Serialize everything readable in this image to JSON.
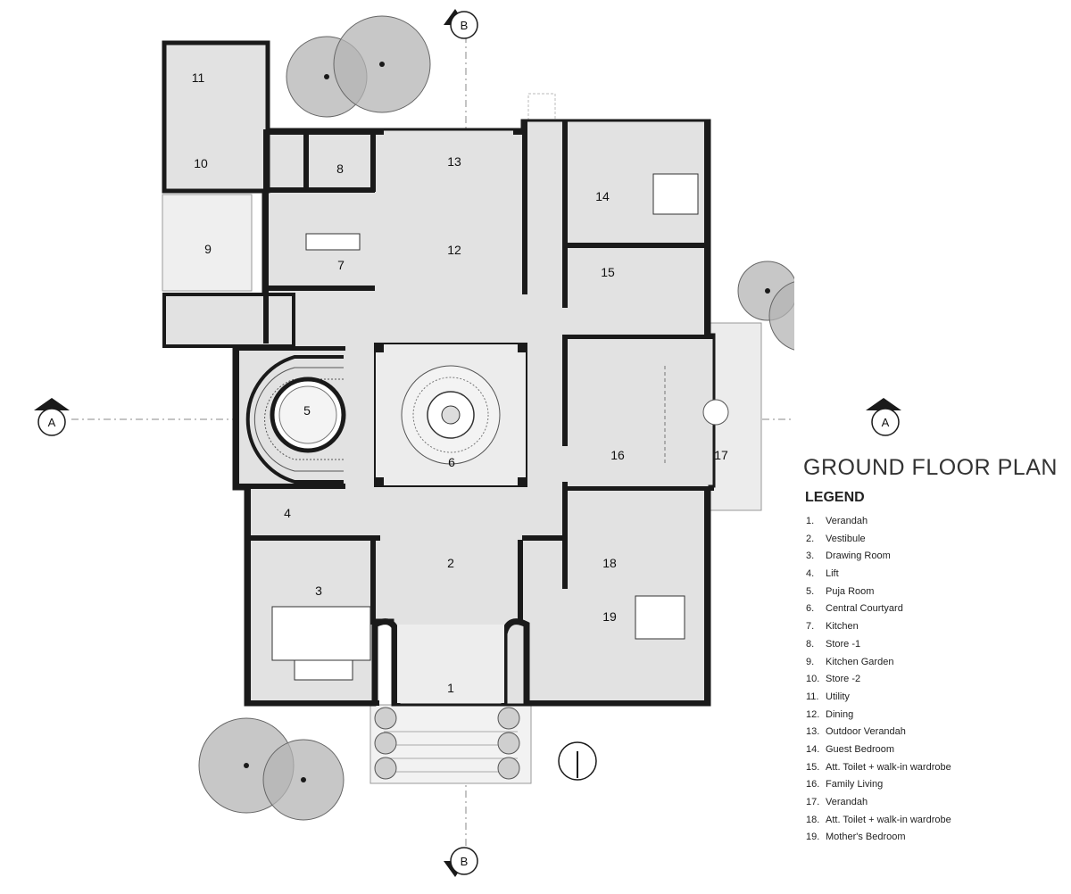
{
  "title": "GROUND FLOOR PLAN",
  "legend_heading": "LEGEND",
  "legend": [
    {
      "num": "1.",
      "label": "Verandah"
    },
    {
      "num": "2.",
      "label": "Vestibule"
    },
    {
      "num": "3.",
      "label": "Drawing Room"
    },
    {
      "num": "4.",
      "label": "Lift"
    },
    {
      "num": "5.",
      "label": "Puja Room"
    },
    {
      "num": "6.",
      "label": "Central Courtyard"
    },
    {
      "num": "7.",
      "label": "Kitchen"
    },
    {
      "num": "8.",
      "label": "Store -1"
    },
    {
      "num": "9.",
      "label": "Kitchen Garden"
    },
    {
      "num": "10.",
      "label": "Store -2"
    },
    {
      "num": "11.",
      "label": "Utility"
    },
    {
      "num": "12.",
      "label": "Dining"
    },
    {
      "num": "13.",
      "label": "Outdoor Verandah"
    },
    {
      "num": "14.",
      "label": "Guest Bedroom"
    },
    {
      "num": "15.",
      "label": "Att. Toilet + walk-in wardrobe"
    },
    {
      "num": "16.",
      "label": "Family Living"
    },
    {
      "num": "17.",
      "label": "Verandah"
    },
    {
      "num": "18.",
      "label": "Att. Toilet + walk-in wardrobe"
    },
    {
      "num": "19.",
      "label": "Mother's Bedroom"
    }
  ],
  "room_numbers": [
    "1",
    "2",
    "3",
    "4",
    "5",
    "6",
    "7",
    "8",
    "9",
    "10",
    "11",
    "12",
    "13",
    "14",
    "15",
    "16",
    "17",
    "18",
    "19"
  ],
  "section_markers": {
    "b": "B",
    "a": "A"
  },
  "colors": {
    "wall": "#1a1a1a",
    "floor": "#e2e2e2",
    "outdoor": "#eeeeee",
    "tree": "#b4b4b4",
    "line": "#555555"
  }
}
